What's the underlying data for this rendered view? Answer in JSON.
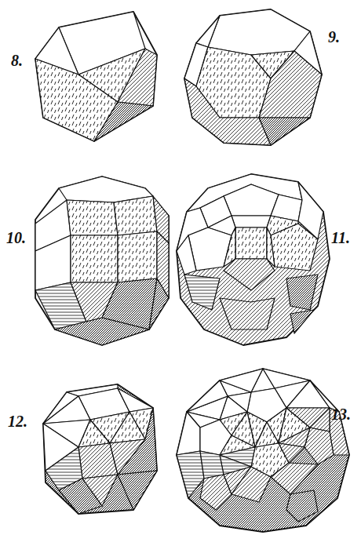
{
  "diagram": {
    "labels": [
      "8.",
      "9.",
      "10.",
      "11.",
      "12.",
      "13."
    ]
  }
}
